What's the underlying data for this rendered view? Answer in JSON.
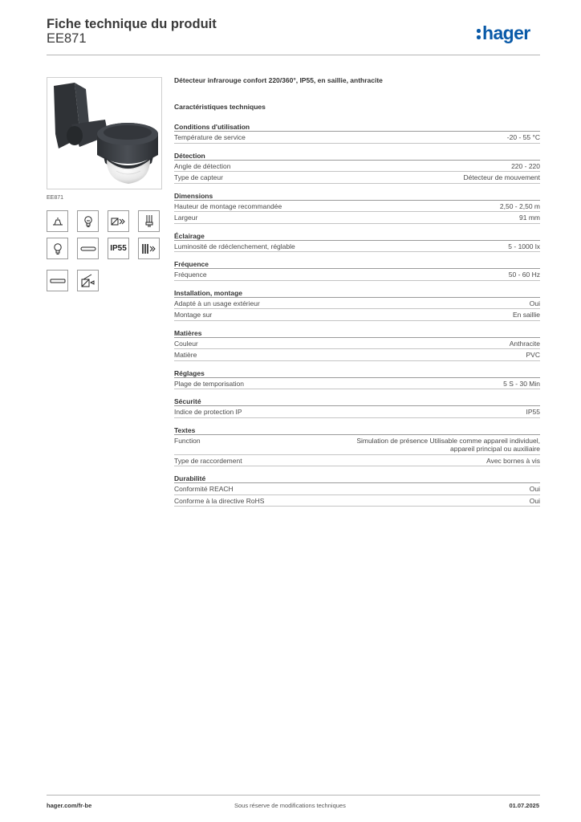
{
  "header": {
    "title": "Fiche technique du produit",
    "reference": "EE871",
    "logo_text": "hager",
    "brand_color": "#0a5aa8"
  },
  "image": {
    "caption": "EE871"
  },
  "icons": [
    "ceiling-lamp-icon",
    "bulb-icon",
    "led-driver-icon",
    "fluorescent-lamp-icon",
    "incandescent-icon",
    "tube-lamp-icon",
    "ip55-badge",
    "transformer-icon",
    "linear-tube-icon",
    "motion-detector-icon"
  ],
  "ip_label": "IP55",
  "product": {
    "description": "Détecteur infrarouge confort  220/360°, IP55, en saillie, anthracite",
    "tech_heading": "Caractéristiques techniques"
  },
  "sections": [
    {
      "title": "Conditions d'utilisation",
      "rows": [
        {
          "label": "Température de service",
          "value": "-20 - 55 °C"
        }
      ]
    },
    {
      "title": "Détection",
      "rows": [
        {
          "label": "Angle de détection",
          "value": "220 - 220"
        },
        {
          "label": "Type de capteur",
          "value": "Détecteur de mouvement"
        }
      ]
    },
    {
      "title": "Dimensions",
      "rows": [
        {
          "label": "Hauteur de montage recommandée",
          "value": "2,50 - 2,50 m"
        },
        {
          "label": "Largeur",
          "value": "91 mm"
        }
      ]
    },
    {
      "title": "Éclairage",
      "rows": [
        {
          "label": "Luminosité de rdéclenchement, réglable",
          "value": "5 - 1000 lx"
        }
      ]
    },
    {
      "title": "Fréquence",
      "rows": [
        {
          "label": "Fréquence",
          "value": "50 - 60 Hz"
        }
      ]
    },
    {
      "title": "Installation, montage",
      "rows": [
        {
          "label": "Adapté à un usage extérieur",
          "value": "Oui"
        },
        {
          "label": "Montage sur",
          "value": "En saillie"
        }
      ]
    },
    {
      "title": "Matières",
      "rows": [
        {
          "label": "Couleur",
          "value": "Anthracite"
        },
        {
          "label": "Matière",
          "value": "PVC"
        }
      ]
    },
    {
      "title": "Réglages",
      "rows": [
        {
          "label": "Plage de temporisation",
          "value": "5 S - 30 Min"
        }
      ]
    },
    {
      "title": "Sécurité",
      "rows": [
        {
          "label": "Indice de protection IP",
          "value": "IP55"
        }
      ]
    },
    {
      "title": "Textes",
      "rows": [
        {
          "label": "Function",
          "value": "Simulation de présence Utilisable comme appareil individuel, appareil principal ou auxiliaire"
        },
        {
          "label": "Type de raccordement",
          "value": "Avec bornes à vis"
        }
      ]
    },
    {
      "title": "Durabilité",
      "rows": [
        {
          "label": "Conformité REACH",
          "value": "Oui"
        },
        {
          "label": "Conforme à la directive RoHS",
          "value": "Oui"
        }
      ]
    }
  ],
  "footer": {
    "website": "hager.com/fr-be",
    "notice": "Sous réserve de modifications techniques",
    "date": "01.07.2025"
  }
}
